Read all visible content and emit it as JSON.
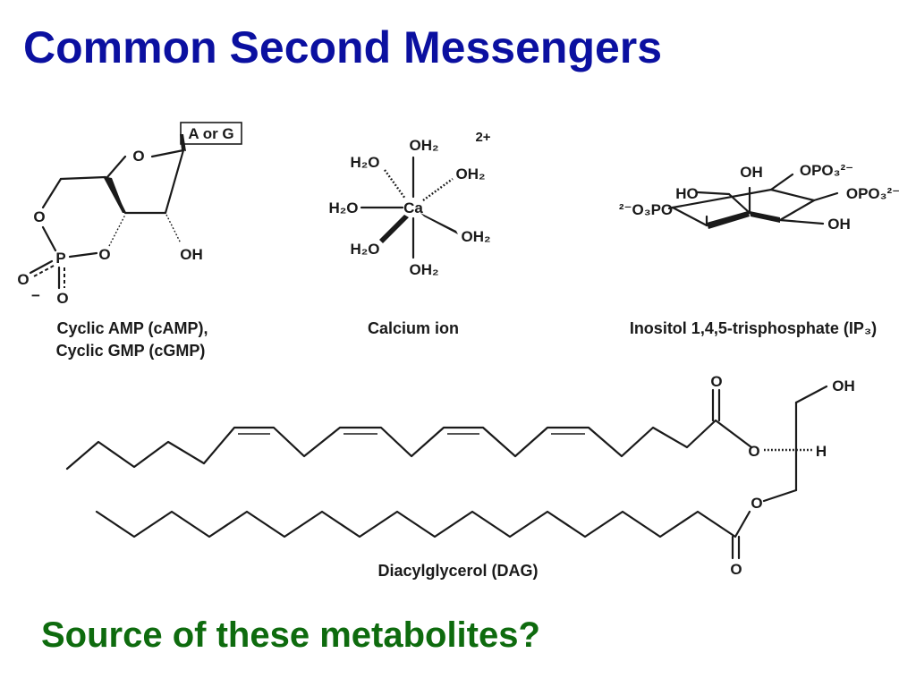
{
  "title": "Common Second Messengers",
  "question": "Source of these metabolites?",
  "colors": {
    "title": "#0b10a0",
    "question": "#0e6b0e"
  },
  "molecules": {
    "camp": {
      "caption_line1": "Cyclic AMP (cAMP),",
      "caption_line2": "Cyclic GMP (cGMP)",
      "base_box": "A or G",
      "ring_o": "O",
      "oh": "OH",
      "o_left": "O",
      "o_right": "O",
      "p": "P",
      "o_bottom": "O",
      "o_minus": "O",
      "minus": "−"
    },
    "calcium": {
      "caption": "Calcium ion",
      "charge": "2+",
      "center": "Ca",
      "ligand_top": "OH₂",
      "ligand_upper_left": "H₂O",
      "ligand_upper_right": "OH₂",
      "ligand_left": "H₂O",
      "ligand_lower_right": "OH₂",
      "ligand_lower_left": "H₂O",
      "ligand_bottom": "OH₂"
    },
    "ip3": {
      "caption": "Inositol 1,4,5-trisphosphate (IP₃)",
      "oh_top": "OH",
      "opo3_top": "OPO₃²⁻",
      "ho": "HO",
      "opo3_right": "OPO₃²⁻",
      "opo3_left": "²⁻O₃PO",
      "oh_right": "OH"
    },
    "dag": {
      "caption": "Diacylglycerol (DAG)",
      "o_top_carbonyl": "O",
      "oh": "OH",
      "o_ester_top": "O",
      "h": "H",
      "o_ester_bottom": "O",
      "o_bottom_carbonyl": "O"
    }
  }
}
